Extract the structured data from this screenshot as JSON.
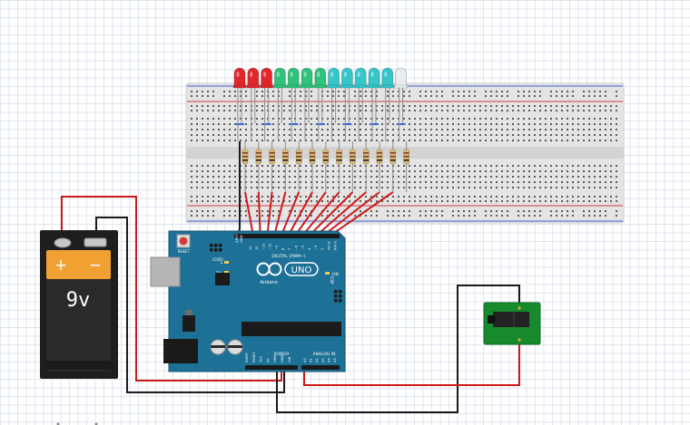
{
  "battery": {
    "plus_label": "+",
    "minus_label": "−",
    "voltage_label": "9v"
  },
  "arduino": {
    "brand_label": "UNO",
    "maker_label": "Arduino",
    "digital_label": "DIGITAL (PWM~)",
    "analog_label": "ANALOG IN",
    "power_label": "POWER",
    "reset_label": "RESET",
    "icsp_label": "ICSP",
    "icsp2_label": "ICSP2",
    "on_label": "ON",
    "tx_label": "TX",
    "rx_label": "RX",
    "l_label": "L",
    "aref_label": "AREF",
    "gnd_label": "GND",
    "digital_pins": [
      "13",
      "12",
      "~11",
      "~10",
      "~9",
      "8",
      "7",
      "~6",
      "~5",
      "4",
      "~3",
      "2",
      "TX→1",
      "RX←0"
    ],
    "power_pins": [
      "IOREF",
      "RESET",
      "3V3",
      "5V",
      "GND",
      "GND",
      "VIN"
    ],
    "analog_pins": [
      "A0",
      "A1",
      "A2",
      "A3",
      "A4",
      "A5"
    ]
  },
  "leds": {
    "colors": [
      "red",
      "red",
      "red",
      "green",
      "green",
      "green",
      "green",
      "teal",
      "teal",
      "teal",
      "teal",
      "teal",
      "white"
    ]
  },
  "colors": {
    "arduino_board": "#1d7096",
    "wire_red": "#cc1a1a",
    "wire_black": "#1a1a1a",
    "led_red": "#e0262b",
    "led_green": "#2ec27a",
    "led_teal": "#34c6c9",
    "led_white": "#e9ecee",
    "module_green": "#178a2e"
  }
}
